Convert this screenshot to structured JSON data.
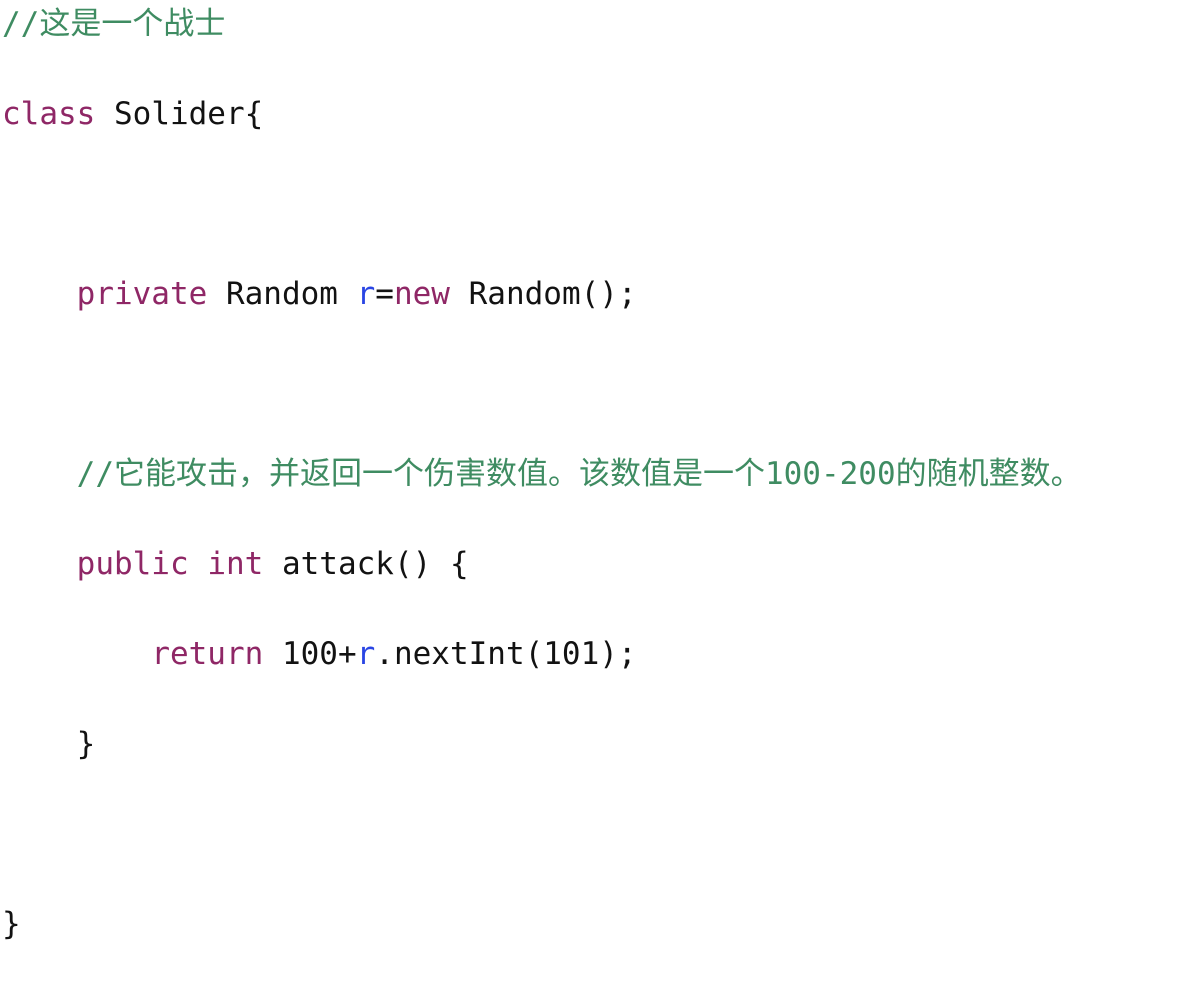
{
  "colors": {
    "background": "#ffffff",
    "comment": "#3f8c62",
    "keyword": "#8f2766",
    "variable": "#2945e4",
    "plain": "#121212"
  },
  "code": {
    "language": "java",
    "lines": [
      {
        "tokens": [
          {
            "type": "comment",
            "text": "//这是一个战士"
          }
        ]
      },
      {
        "tokens": [
          {
            "type": "keyword",
            "text": "class"
          },
          {
            "type": "plain",
            "text": " Solider{"
          }
        ]
      },
      {
        "tokens": []
      },
      {
        "tokens": [
          {
            "type": "plain",
            "text": "    "
          },
          {
            "type": "keyword",
            "text": "private"
          },
          {
            "type": "plain",
            "text": " Random "
          },
          {
            "type": "variable",
            "text": "r"
          },
          {
            "type": "plain",
            "text": "="
          },
          {
            "type": "keyword",
            "text": "new"
          },
          {
            "type": "plain",
            "text": " Random();"
          }
        ]
      },
      {
        "tokens": []
      },
      {
        "tokens": [
          {
            "type": "plain",
            "text": "    "
          },
          {
            "type": "comment",
            "text": "//它能攻击，并返回一个伤害数值。该数值是一个100-200的随机整数。"
          }
        ]
      },
      {
        "tokens": [
          {
            "type": "plain",
            "text": "    "
          },
          {
            "type": "keyword",
            "text": "public"
          },
          {
            "type": "plain",
            "text": " "
          },
          {
            "type": "keyword",
            "text": "int"
          },
          {
            "type": "plain",
            "text": " attack() {"
          }
        ]
      },
      {
        "tokens": [
          {
            "type": "plain",
            "text": "        "
          },
          {
            "type": "keyword",
            "text": "return"
          },
          {
            "type": "plain",
            "text": " 100+"
          },
          {
            "type": "variable",
            "text": "r"
          },
          {
            "type": "plain",
            "text": ".nextInt(101);"
          }
        ]
      },
      {
        "tokens": [
          {
            "type": "plain",
            "text": "    }"
          }
        ]
      },
      {
        "tokens": []
      },
      {
        "tokens": [
          {
            "type": "plain",
            "text": "}"
          }
        ]
      }
    ]
  }
}
